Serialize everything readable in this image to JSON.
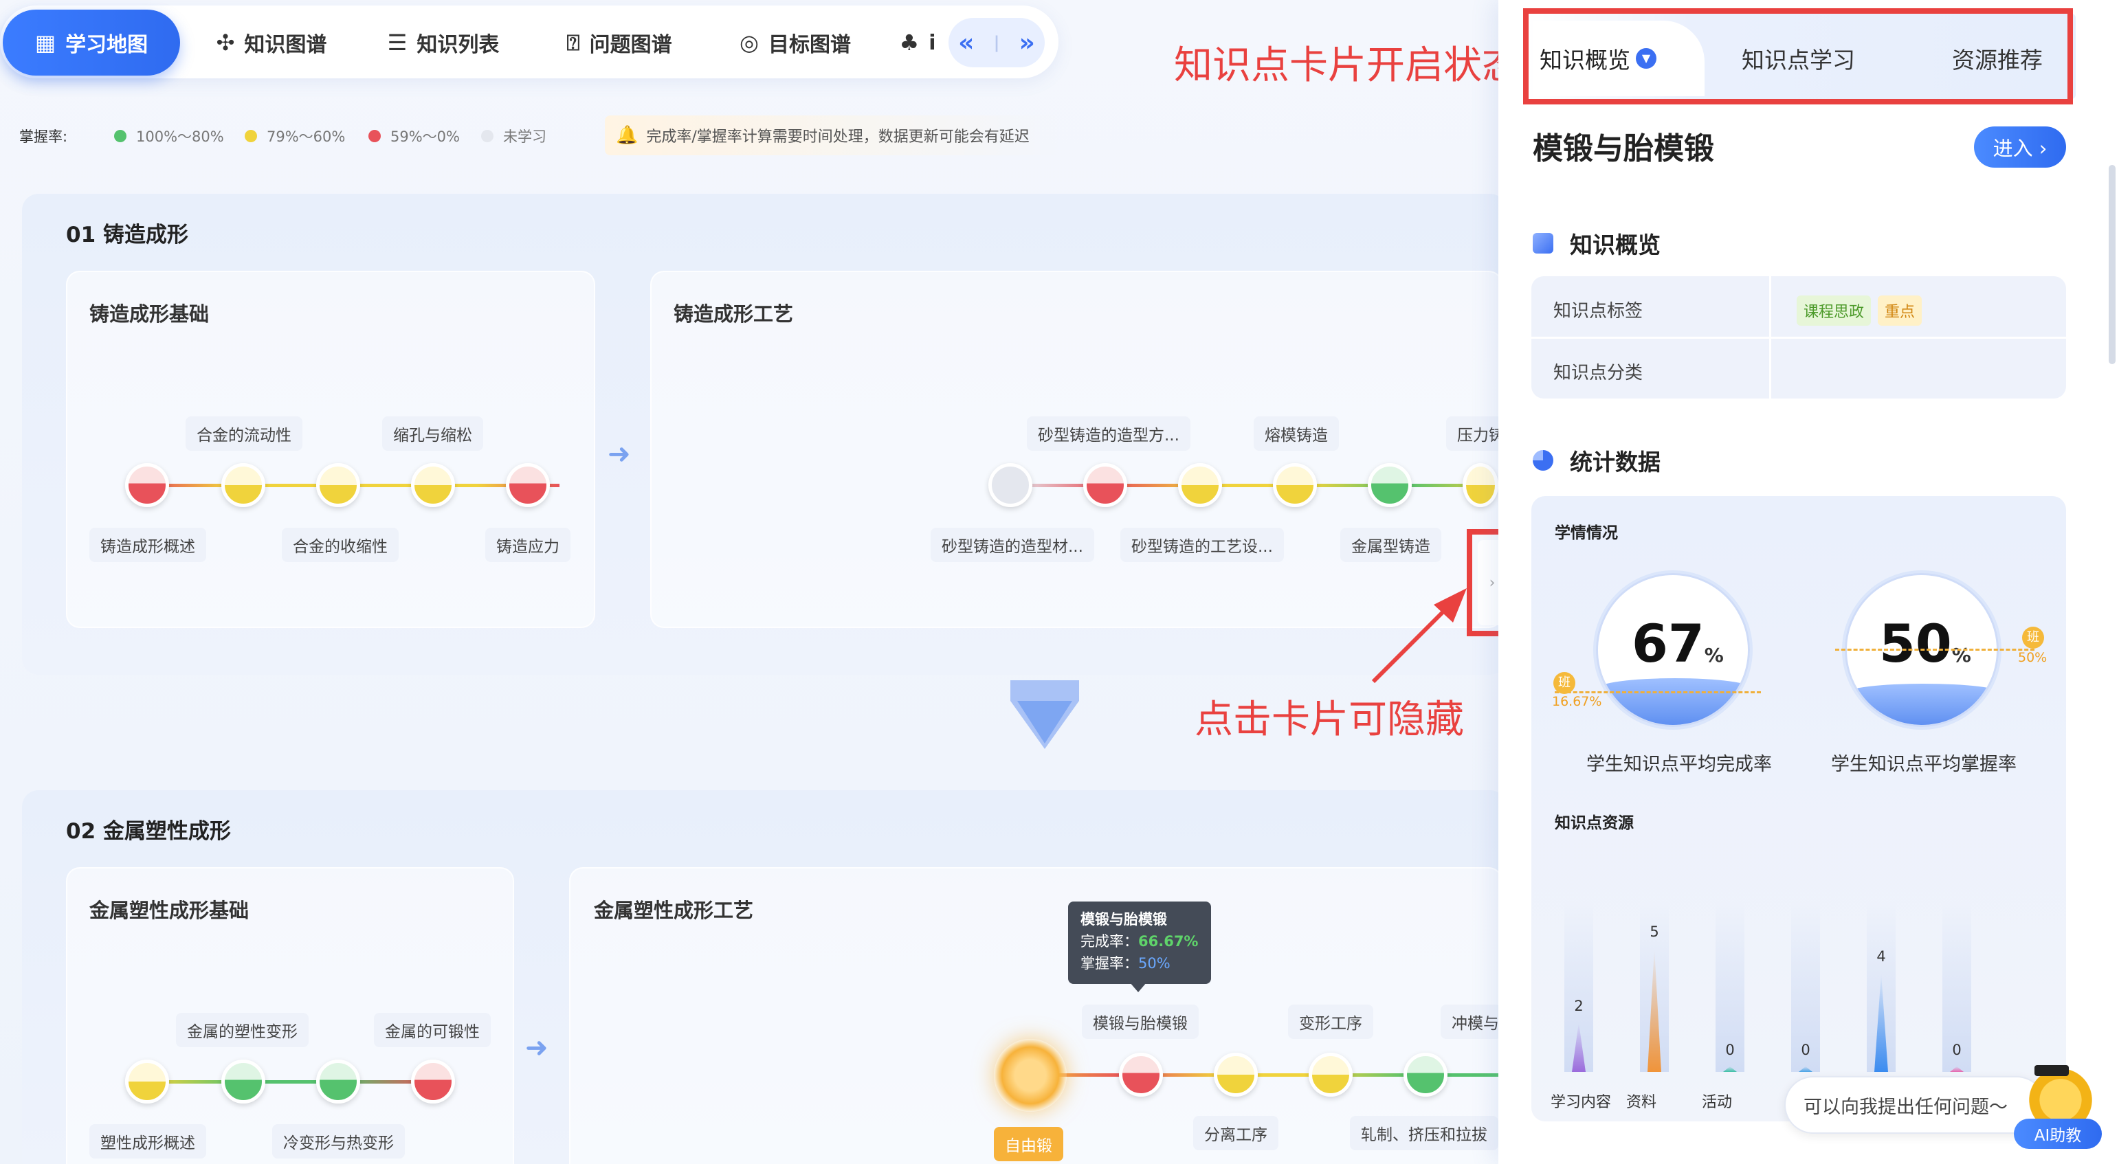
{
  "nav": {
    "tabs": [
      {
        "label": "学习地图",
        "icon": "map-icon"
      },
      {
        "label": "知识图谱",
        "icon": "graph-icon"
      },
      {
        "label": "知识列表",
        "icon": "list-icon"
      },
      {
        "label": "问题图谱",
        "icon": "question-icon"
      },
      {
        "label": "目标图谱",
        "icon": "target-icon"
      },
      {
        "label": "i",
        "icon": "club-icon"
      }
    ],
    "prev": "«",
    "next": "»"
  },
  "legend": {
    "label": "掌握率:",
    "items": [
      {
        "text": "100%～80%",
        "color": "#55c26e"
      },
      {
        "text": "79%～60%",
        "color": "#f0d33c"
      },
      {
        "text": "59%～0%",
        "color": "#e8525a"
      },
      {
        "text": "未学习",
        "color": "#e4e7ee"
      }
    ],
    "notice": "完成率/掌握率计算需要时间处理，数据更新可能会有延迟"
  },
  "sections": [
    {
      "title": "01  铸造成形",
      "cards": [
        {
          "title": "铸造成形基础",
          "top_labels": [
            "合金的流动性",
            "缩孔与缩松"
          ],
          "bottom_labels": [
            "铸造成形概述",
            "合金的收缩性",
            "铸造应力"
          ]
        },
        {
          "title": "铸造成形工艺",
          "top_labels": [
            "砂型铸造的造型方...",
            "熔模铸造",
            "压力铸"
          ],
          "bottom_labels": [
            "砂型铸造的造型材...",
            "砂型铸造的工艺设...",
            "金属型铸造"
          ]
        }
      ]
    },
    {
      "title": "02  金属塑性成形",
      "cards": [
        {
          "title": "金属塑性成形基础",
          "top_labels": [
            "金属的塑性变形",
            "金属的可锻性"
          ],
          "bottom_labels": [
            "塑性成形概述",
            "冷变形与热变形"
          ]
        },
        {
          "title": "金属塑性成形工艺",
          "top_labels": [
            "模锻与胎模锻",
            "变形工序",
            "冲模与"
          ],
          "bottom_labels": [
            "自由锻",
            "分离工序",
            "轧制、挤压和拉拔"
          ]
        }
      ]
    }
  ],
  "tooltip": {
    "title": "模锻与胎模锻",
    "completion_label": "完成率：",
    "completion": "66.67%",
    "mastery_label": "掌握率：",
    "mastery": "50%"
  },
  "annotations": {
    "card_open": "知识点卡片开启状态",
    "click_hide": "点击卡片可隐藏"
  },
  "panel": {
    "tabs": [
      "知识概览",
      "知识点学习",
      "资源推荐"
    ],
    "title": "模锻与胎模锻",
    "enter": "进入 ›",
    "overview_heading": "知识概览",
    "rows": [
      {
        "key": "知识点标签",
        "tags": [
          "课程思政",
          "重点"
        ]
      },
      {
        "key": "知识点分类",
        "tags": []
      }
    ],
    "stats_heading": "统计数据",
    "learning_heading": "学情情况",
    "gauges": [
      {
        "value": "67",
        "unit": "%",
        "label": "学生知识点平均完成率",
        "class_badge": "班",
        "class_value": "16.67%",
        "fill": 0.67
      },
      {
        "value": "50",
        "unit": "%",
        "label": "学生知识点平均掌握率",
        "class_badge": "班",
        "class_value": "50%",
        "fill": 0.5
      }
    ],
    "resource_heading": "知识点资源",
    "chart_data": {
      "type": "bar",
      "categories": [
        "学习内容",
        "资料",
        "活动",
        "",
        "",
        ""
      ],
      "values": [
        2,
        5,
        0,
        0,
        4,
        0
      ],
      "colors": [
        "#9b6bdc",
        "#f0943a",
        "#3ec0a6",
        "#4aa3e6",
        "#3b8cf0",
        "#e868b0"
      ]
    },
    "chat_placeholder": "可以向我提出任何问题～",
    "ai_label": "AI助教"
  }
}
